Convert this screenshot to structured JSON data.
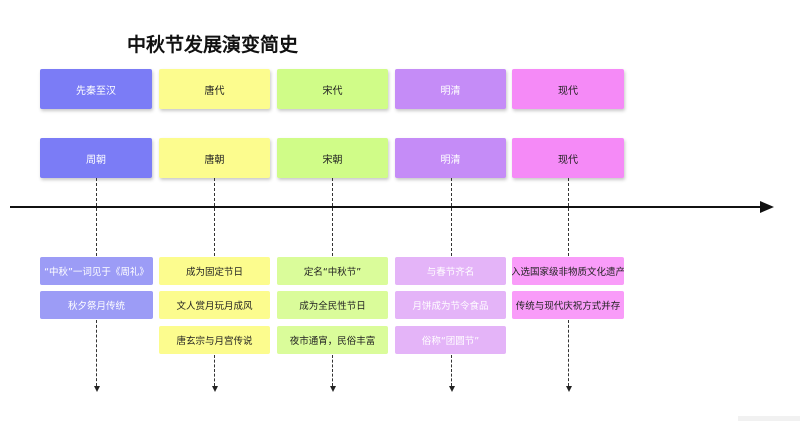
{
  "title": "中秋节发展演变简史",
  "periods": [
    {
      "header": "先秦至汉",
      "era": "周朝",
      "items": [
        "“中秋”一词见于《周礼》",
        "秋夕祭月传统"
      ]
    },
    {
      "header": "唐代",
      "era": "唐朝",
      "items": [
        "成为固定节日",
        "文人赏月玩月成风",
        "唐玄宗与月宫传说"
      ]
    },
    {
      "header": "宋代",
      "era": "宋朝",
      "items": [
        "定名“中秋节”",
        "成为全民性节日",
        "夜市通宵，民俗丰富"
      ]
    },
    {
      "header": "明清",
      "era": "明清",
      "items": [
        "与春节齐名",
        "月饼成为节令食品",
        "俗称“团圆节”"
      ]
    },
    {
      "header": "现代",
      "era": "现代",
      "items": [
        "入选国家级非物质文化遗产",
        "传统与现代庆祝方式并存"
      ]
    }
  ],
  "colors": {
    "period_0": "#7b7cf6",
    "period_1": "#fcfc8e",
    "period_2": "#d0fc88",
    "period_3": "#c58cf7",
    "period_4": "#f58af7",
    "timeline": "#111111"
  }
}
